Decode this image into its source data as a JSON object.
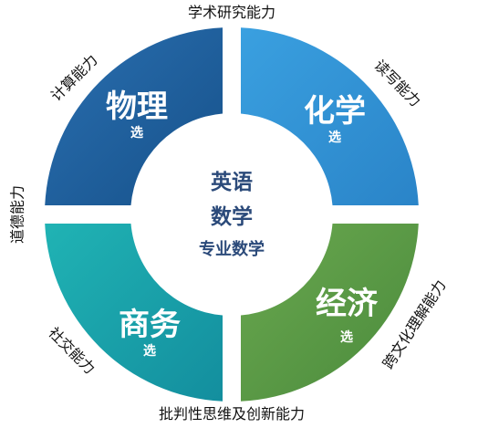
{
  "center": {
    "line1": "英语",
    "line2": "数学",
    "line3": "专业数学"
  },
  "segments": {
    "top_left": {
      "title": "物理",
      "sub": "选",
      "color": "#1f5c99"
    },
    "top_right": {
      "title": "化学",
      "sub": "选",
      "color": "#2f8fd4"
    },
    "bottom_left": {
      "title": "商务",
      "sub": "选",
      "color": "#1aa5ac"
    },
    "bottom_right": {
      "title": "经济",
      "sub": "选",
      "color": "#5a9a49"
    }
  },
  "outer_labels": {
    "top": "学术研究能力",
    "top_left": "计算能力",
    "top_right": "读写能力",
    "left": "道德能力",
    "bottom_left": "社交能力",
    "bottom_right": "跨文化理解能力",
    "bottom": "批判性思维及创新能力"
  }
}
